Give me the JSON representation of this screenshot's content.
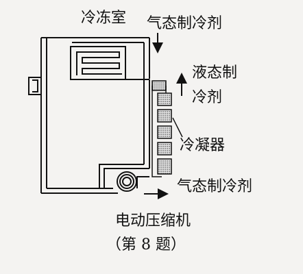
{
  "labels": {
    "freezer": "冷冻室",
    "gas_refrigerant_top": "气态制冷剂",
    "liquid_refrigerant_line1": "液态制",
    "liquid_refrigerant_line2": "冷剂",
    "condenser": "冷凝器",
    "gas_refrigerant_bottom": "气态制冷剂",
    "compressor": "电动压缩机",
    "caption": "（第 8 题）"
  },
  "colors": {
    "ink": "#111111",
    "background": "#f4f3f1"
  }
}
